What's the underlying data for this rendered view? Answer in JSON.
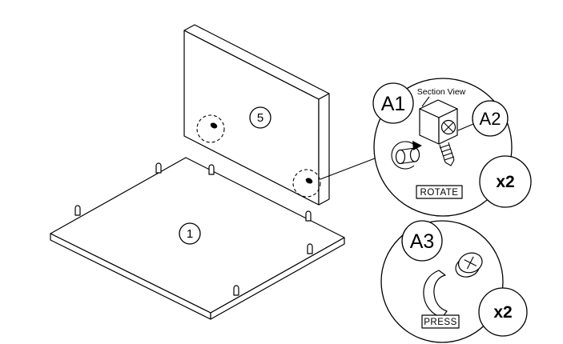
{
  "page": {
    "background": "#ffffff",
    "line_color": "#000000"
  },
  "parts": {
    "back_panel": {
      "label": "5"
    },
    "base_panel": {
      "label": "1"
    }
  },
  "details": {
    "top": {
      "callout_left": "A1",
      "callout_right": "A2",
      "section_view_label": "Section View",
      "action_label": "ROTATE",
      "quantity_label": "x2"
    },
    "bottom": {
      "callout": "A3",
      "action_label": "PRESS",
      "quantity_label": "x2"
    }
  }
}
